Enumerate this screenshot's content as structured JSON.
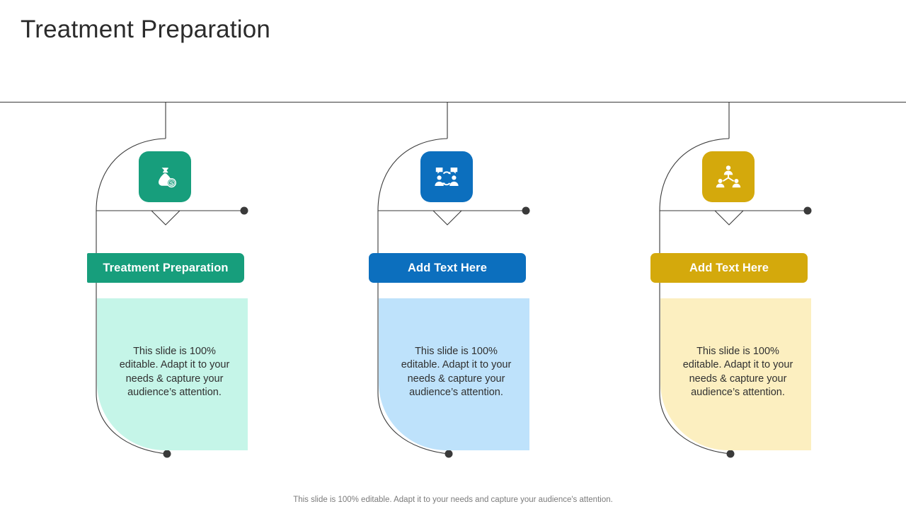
{
  "slide": {
    "title": "Treatment Preparation",
    "footer_note": "This slide is 100% editable. Adapt it to your needs and capture your audience's attention."
  },
  "colors": {
    "teal": "#179E7C",
    "teal_light": "#C5F5E8",
    "blue": "#0C6FBE",
    "blue_light": "#BEE2FB",
    "gold": "#D4A90C",
    "gold_light": "#FCEFC0",
    "line": "#3a3a3a",
    "title_text": "#2b2b2b",
    "footer_text": "#7b7b7b"
  },
  "columns": [
    {
      "id": "column-1",
      "icon_name": "money-bag-dollar-icon",
      "label": "Treatment Preparation",
      "body": "This slide is 100% editable. Adapt it to your needs & capture your audience’s attention.",
      "accent": "#179E7C",
      "panel": "#C5F5E8"
    },
    {
      "id": "column-2",
      "icon_name": "people-exchange-chat-icon",
      "label": "Add Text Here",
      "body": "This slide is 100% editable. Adapt it to your needs & capture your audience’s attention.",
      "accent": "#0C6FBE",
      "panel": "#BEE2FB"
    },
    {
      "id": "column-3",
      "icon_name": "team-hierarchy-icon",
      "label": "Add Text Here",
      "body": "This slide is 100% editable. Adapt it to your needs & capture your audience’s attention.",
      "accent": "#D4A90C",
      "panel": "#FCEFC0"
    }
  ]
}
